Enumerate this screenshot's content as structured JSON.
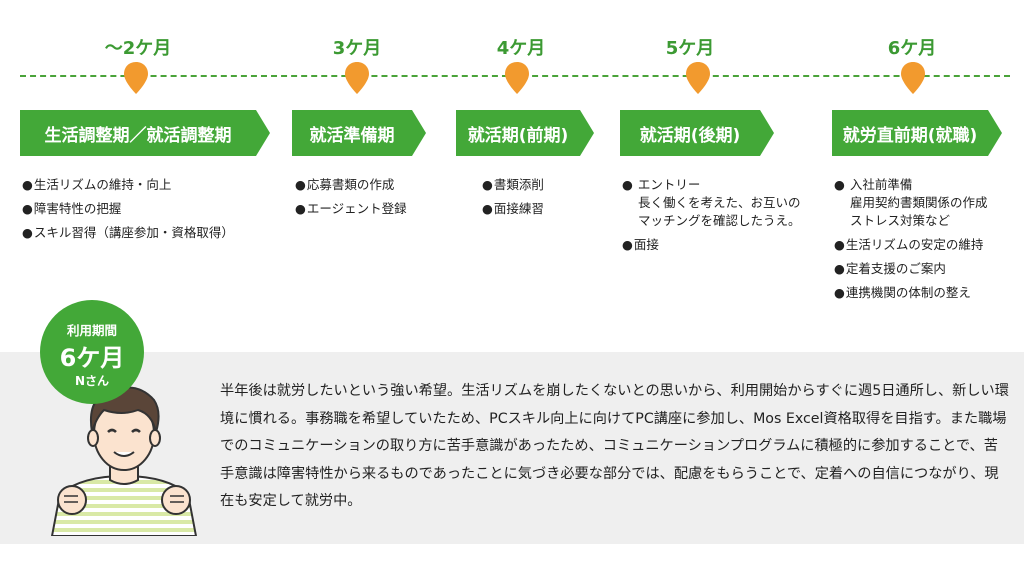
{
  "timeline": {
    "phases": [
      {
        "month": "〜2ケ月",
        "label": "生活調整期／就活調整期",
        "items": [
          "生活リズムの維持・向上",
          "障害特性の把握",
          "スキル習得（講座参加・資格取得）"
        ]
      },
      {
        "month": "3ケ月",
        "label": "就活準備期",
        "items": [
          "応募書類の作成",
          "エージェント登録"
        ]
      },
      {
        "month": "4ケ月",
        "label": "就活期(前期)",
        "items": [
          "書類添削",
          "面接練習"
        ]
      },
      {
        "month": "5ケ月",
        "label": "就活期(後期)",
        "items": [
          "エントリー",
          "面接"
        ],
        "entry_note": [
          "長く働くを考えた、お互いの",
          "マッチングを確認したうえ。"
        ]
      },
      {
        "month": "6ケ月",
        "label": "就労直前期(就職)",
        "items": [
          "入社前準備",
          "生活リズムの安定の維持",
          "定着支援のご案内",
          "連携機関の体制の整え"
        ],
        "prep_note": [
          "雇用契約書類関係の作成",
          "ストレス対策など"
        ]
      }
    ]
  },
  "badge": {
    "title": "利用期間",
    "duration": "6ケ月",
    "name": "Nさん"
  },
  "story": {
    "text": "半年後は就労したいという強い希望。生活リズムを崩したくないとの思いから、利用開始からすぐに週5日通所し、新しい環境に慣れる。事務職を希望していたため、PCスキル向上に向けてPC講座に参加し、Mos Excel資格取得を目指す。また職場でのコミュニケーションの取り方に苦手意識があったため、コミュニケーションプログラムに積極的に参加することで、苦手意識は障害特性から来るものであったことに気づき必要な部分では、配慮をもらうことで、定着への自信につながり、現在も安定して就労中。"
  },
  "colors": {
    "green": "#43a838",
    "month_text": "#3c9a33",
    "pin": "#f29a2e",
    "panel_bg": "#efefef"
  },
  "icons": {
    "pin": "map-pin-icon",
    "person": "person-illustration"
  }
}
